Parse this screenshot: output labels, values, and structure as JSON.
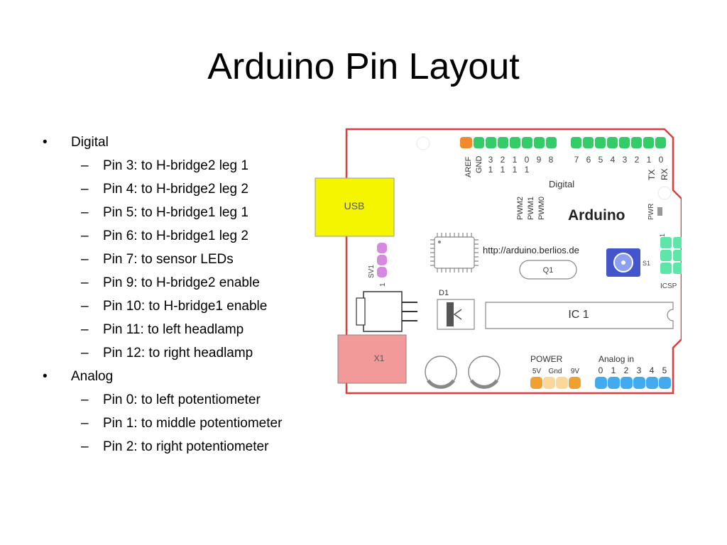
{
  "slide": {
    "title": "Arduino Pin Layout",
    "bullets": [
      {
        "label": "Digital",
        "items": [
          "Pin 3: to H-bridge2 leg 1",
          "Pin 4: to H-bridge2 leg 2",
          "Pin 5: to H-bridge1 leg 1",
          "Pin 6: to H-bridge1 leg 2",
          "Pin 7: to sensor LEDs",
          "Pin 9: to H-bridge2 enable",
          "Pin 10: to H-bridge1 enable",
          "Pin 11: to left headlamp",
          "Pin 12: to right headlamp"
        ]
      },
      {
        "label": "Analog",
        "items": [
          "Pin 0: to left potentiometer",
          "Pin 1: to middle potentiometer",
          "Pin 2: to right potentiometer"
        ]
      }
    ]
  },
  "board": {
    "brand": "Arduino",
    "url": "http://arduino.berlios.de",
    "usb_label": "USB",
    "x1_label": "X1",
    "q1_label": "Q1",
    "ic1_label": "IC 1",
    "d1_label": "D1",
    "s1_label": "S1",
    "sv1_label": "SV1",
    "sv1_pin": "1",
    "icsp_label": "ICSP",
    "icsp_pin": "1",
    "pwr_label": "PWR",
    "digital_label": "Digital",
    "aref_label": "AREF",
    "gnd_label": "GND",
    "pwm_labels": [
      "PWM2",
      "PWM1",
      "PWM0"
    ],
    "digital_pins_top": [
      "3",
      "2",
      "1",
      "0",
      "9",
      "8",
      "7",
      "6",
      "5",
      "4",
      "3",
      "2",
      "1",
      "0"
    ],
    "digital_pins_tens": [
      "1",
      "1",
      "1",
      "1"
    ],
    "tx_label": "TX",
    "rx_label": "RX",
    "power_label": "POWER",
    "power_pins": [
      "5V",
      "Gnd",
      "9V"
    ],
    "analog_label": "Analog in",
    "analog_pins": [
      "0",
      "1",
      "2",
      "3",
      "4",
      "5"
    ],
    "colors": {
      "board_outline": "#e03c3c",
      "usb": "#f5f500",
      "x1": "#f29a9a",
      "aref": "#f08a2a",
      "digital_header": "#33cc66",
      "power_header": "#f0a030",
      "analog_header": "#44aaee",
      "sv1": "#d58ae0",
      "icsp": "#5ce6a8",
      "reset": "#4455cc"
    }
  }
}
